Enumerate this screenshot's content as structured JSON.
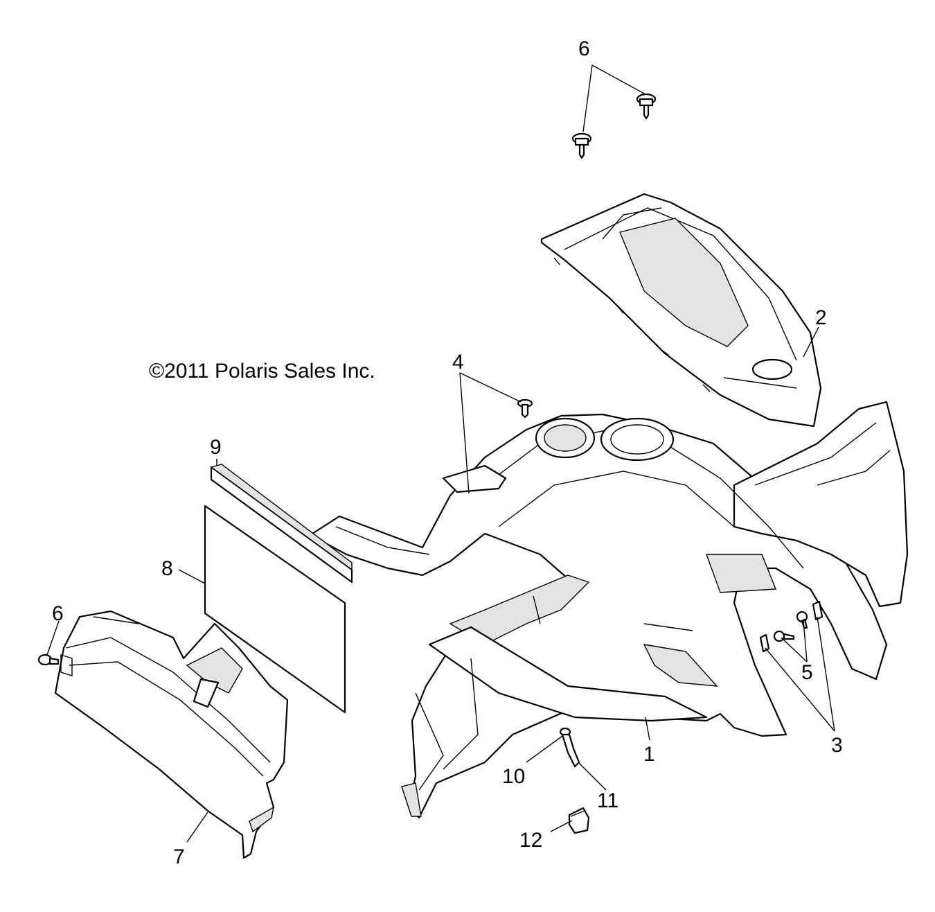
{
  "copyright": "©2011 Polaris Sales Inc.",
  "callouts": [
    {
      "id": "c6-top",
      "label": "6"
    },
    {
      "id": "c2",
      "label": "2"
    },
    {
      "id": "c4",
      "label": "4"
    },
    {
      "id": "c9",
      "label": "9"
    },
    {
      "id": "c8",
      "label": "8"
    },
    {
      "id": "c6-left",
      "label": "6"
    },
    {
      "id": "c5",
      "label": "5"
    },
    {
      "id": "c3",
      "label": "3"
    },
    {
      "id": "c1",
      "label": "1"
    },
    {
      "id": "c10",
      "label": "10"
    },
    {
      "id": "c11",
      "label": "11"
    },
    {
      "id": "c12",
      "label": "12"
    },
    {
      "id": "c7",
      "label": "7"
    }
  ]
}
